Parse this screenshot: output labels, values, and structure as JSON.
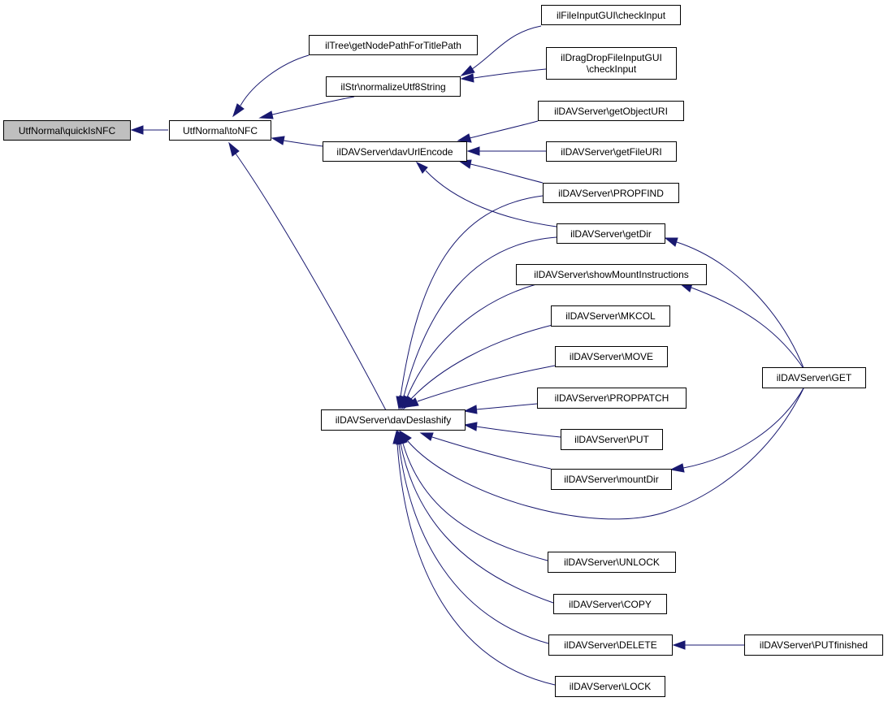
{
  "colors": {
    "edge": "#191970",
    "root_fill": "#bfbfbf",
    "node_fill": "#ffffff",
    "border": "#000000"
  },
  "nodes": {
    "quickIsNFC": "UtfNormal\\quickIsNFC",
    "toNFC": "UtfNormal\\toNFC",
    "getNodePath": "ilTree\\getNodePathForTitlePath",
    "normalizeUtf8": "ilStr\\normalizeUtf8String",
    "davUrlEncode": "ilDAVServer\\davUrlEncode",
    "davDeslashify": "ilDAVServer\\davDeslashify",
    "fileInputCheck": "ilFileInputGUI\\checkInput",
    "dragDropCheck": "ilDragDropFileInputGUI\n\\checkInput",
    "getObjectURI": "ilDAVServer\\getObjectURI",
    "getFileURI": "ilDAVServer\\getFileURI",
    "propfind": "ilDAVServer\\PROPFIND",
    "getDir": "ilDAVServer\\getDir",
    "showMount": "ilDAVServer\\showMountInstructions",
    "mkcol": "ilDAVServer\\MKCOL",
    "move": "ilDAVServer\\MOVE",
    "proppatch": "ilDAVServer\\PROPPATCH",
    "put": "ilDAVServer\\PUT",
    "mountDir": "ilDAVServer\\mountDir",
    "unlock": "ilDAVServer\\UNLOCK",
    "copy": "ilDAVServer\\COPY",
    "delete": "ilDAVServer\\DELETE",
    "lock": "ilDAVServer\\LOCK",
    "get": "ilDAVServer\\GET",
    "putFinished": "ilDAVServer\\PUTfinished"
  }
}
